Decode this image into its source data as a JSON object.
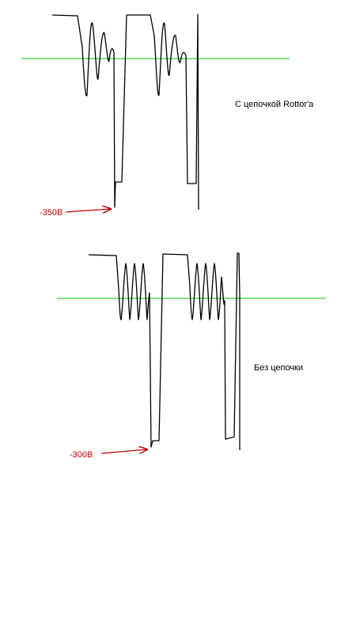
{
  "top_diagram": {
    "label": "С цепочкой Rottor'a",
    "voltage_marker": "-350В"
  },
  "bottom_diagram": {
    "label": "Без цепочки",
    "voltage_marker": "-300В"
  },
  "colors": {
    "waveform": "#000000",
    "reference_line": "#00c800",
    "marker": "#c00000"
  }
}
